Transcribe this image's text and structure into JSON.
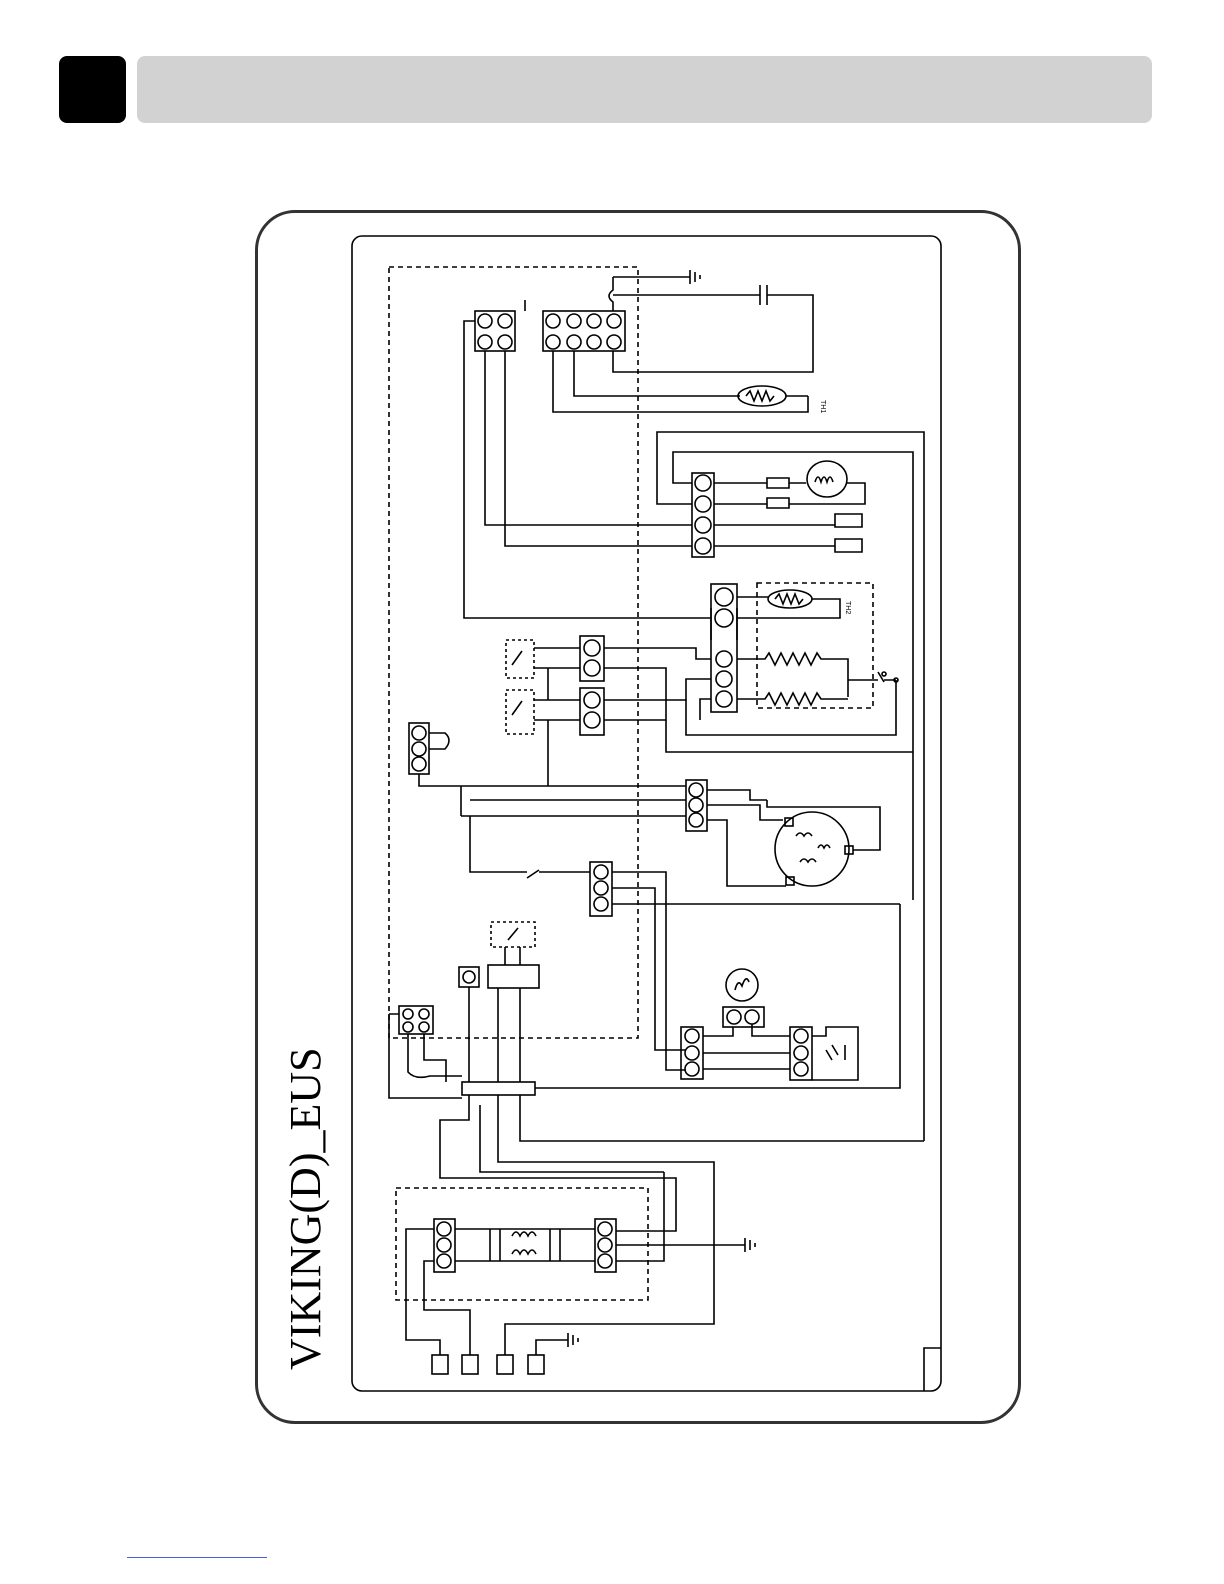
{
  "header": {
    "section_number": "",
    "section_title": ""
  },
  "diagram": {
    "title": "VIKING(D)_EUS",
    "labels": {
      "thermistor_1": "TH1",
      "thermistor_2": "TH2"
    }
  }
}
